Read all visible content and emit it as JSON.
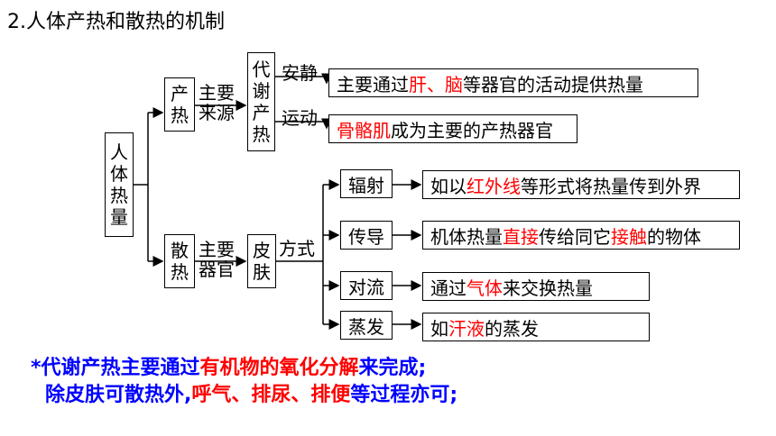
{
  "title": "2.人体产热和散热的机制",
  "root": [
    "人",
    "体",
    "热",
    "量"
  ],
  "branches": {
    "produce": {
      "label": [
        "产",
        "热"
      ],
      "source_label": [
        "主要",
        "来源"
      ],
      "process": [
        "代",
        "谢",
        "产",
        "热"
      ],
      "rest": {
        "condition": "安静",
        "text": [
          {
            "t": "主要通过",
            "c": "black"
          },
          {
            "t": "肝、脑",
            "c": "red"
          },
          {
            "t": "等器官的活动提供热量",
            "c": "black"
          }
        ]
      },
      "exercise": {
        "condition": "运动",
        "text": [
          {
            "t": "骨骼肌",
            "c": "red"
          },
          {
            "t": "成为主要的产热器官",
            "c": "black"
          }
        ]
      }
    },
    "dissipate": {
      "label": [
        "散",
        "热"
      ],
      "organ_label": [
        "主要",
        "器官"
      ],
      "organ": [
        "皮",
        "肤"
      ],
      "mode_label": "方式",
      "modes": [
        {
          "name": "辐射",
          "text": [
            {
              "t": "如以",
              "c": "black"
            },
            {
              "t": "红外线",
              "c": "red"
            },
            {
              "t": "等形式将热量传到外界",
              "c": "black"
            }
          ]
        },
        {
          "name": "传导",
          "text": [
            {
              "t": "机体热量",
              "c": "black"
            },
            {
              "t": "直接",
              "c": "red"
            },
            {
              "t": "传给同它",
              "c": "black"
            },
            {
              "t": "接触",
              "c": "red"
            },
            {
              "t": "的物体",
              "c": "black"
            }
          ]
        },
        {
          "name": "对流",
          "text": [
            {
              "t": "通过",
              "c": "black"
            },
            {
              "t": "气体",
              "c": "red"
            },
            {
              "t": "来交换热量",
              "c": "black"
            }
          ]
        },
        {
          "name": "蒸发",
          "text": [
            {
              "t": "如",
              "c": "black"
            },
            {
              "t": "汗液",
              "c": "red"
            },
            {
              "t": "的蒸发",
              "c": "black"
            }
          ]
        }
      ]
    }
  },
  "notes": [
    [
      {
        "t": "*代谢产热主要通过",
        "c": "blue"
      },
      {
        "t": "有机物的氧化分解",
        "c": "red"
      },
      {
        "t": "来完成;",
        "c": "blue"
      }
    ],
    [
      {
        "t": "除皮肤可散热外,",
        "c": "blue"
      },
      {
        "t": "呼气、排尿、排便",
        "c": "red"
      },
      {
        "t": "等过程亦可;",
        "c": "blue"
      }
    ]
  ],
  "colors": {
    "emphasis": "#ff0000",
    "note": "#0000ff",
    "text": "#000000"
  }
}
